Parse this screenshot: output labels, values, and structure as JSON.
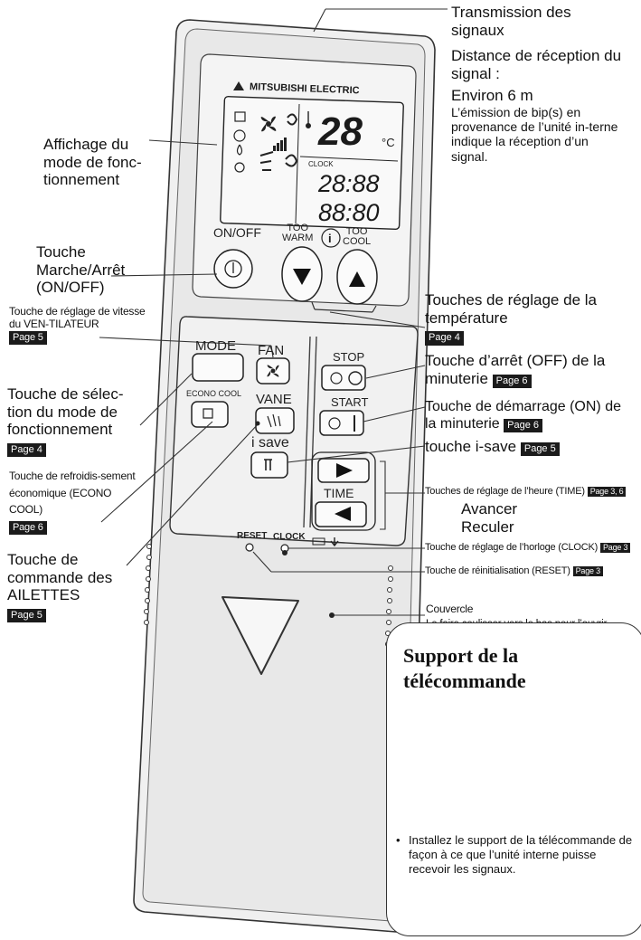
{
  "remote": {
    "brand": "MITSUBISHI ELECTRIC",
    "display": {
      "temperature": "28",
      "unit": "°C",
      "clock_label": "CLOCK",
      "time_upper": "28:88",
      "time_lower": "88:80"
    },
    "buttons": {
      "on_off": "ON/OFF",
      "too_warm": "TOO\nWARM",
      "too_cool": "TOO\nCOOL",
      "mode": "MODE",
      "fan": "FAN",
      "stop": "STOP",
      "econo_cool": "ECONO COOL",
      "vane": "VANE",
      "start": "START",
      "i_save": "i save",
      "time": "TIME",
      "reset": "RESET",
      "clock": "CLOCK"
    }
  },
  "callouts": {
    "transmission": {
      "title": "Transmission des signaux",
      "distance_label": "Distance de réception du signal :",
      "distance_value": "Environ 6 m",
      "note": "L’émission de bip(s) en provenance de l’unité in-terne indique la réception d’un signal."
    },
    "mode_display": "Affichage du mode de fonc-tionnement",
    "on_off_key": "Touche Marche/Arrêt (ON/OFF)",
    "fan_speed": {
      "text": "Touche de réglage de vitesse du VEN-TILATEUR",
      "page": "Page 5"
    },
    "mode_select": {
      "text": "Touche de sélec-tion du mode de fonctionnement",
      "page": "Page 4"
    },
    "econo_cool": {
      "text": "Touche de refroidis-sement économique (ECONO COOL)",
      "page": "Page 6"
    },
    "vane": {
      "text": "Touche de commande des AILETTES",
      "page": "Page 5"
    },
    "temperature": {
      "text": "Touches de réglage de la température",
      "page": "Page 4"
    },
    "timer_off": {
      "text": "Touche d’arrêt (OFF) de la minuterie",
      "page": "Page 6"
    },
    "timer_on": {
      "text": "Touche de démarrage (ON) de la minuterie",
      "page": "Page 6"
    },
    "i_save": {
      "text": "touche i-save",
      "page": "Page 5"
    },
    "time": {
      "text": "Touches de réglage de l’heure (TIME)",
      "page": "Page 3, 6",
      "forward": "Avancer",
      "back": "Reculer"
    },
    "clock": {
      "text": "Touche de réglage de l’horloge (CLOCK)",
      "page": "Page 3"
    },
    "reset": {
      "text": "Touche de réinitialisation (RESET)",
      "page": "Page 3"
    },
    "cover": {
      "title": "Couvercle",
      "note": "Le faire coulisser vers le bas pour l’ouvrir"
    }
  },
  "holder": {
    "title": "Support de la télécommande",
    "note": "Installez le support de la télécommande de façon à ce que l’unité interne puisse recevoir les signaux."
  }
}
